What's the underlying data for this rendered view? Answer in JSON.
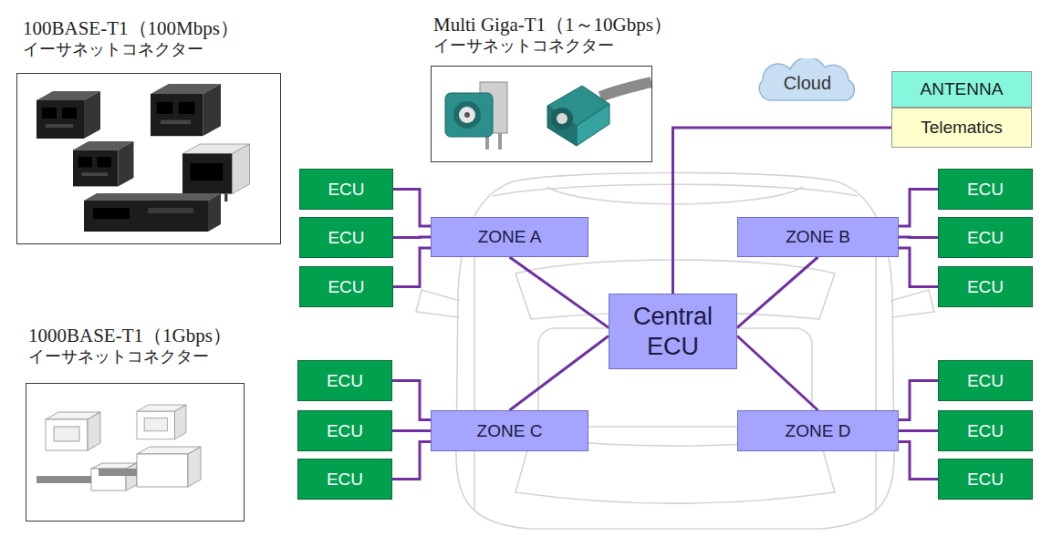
{
  "diagram": {
    "nodes": [
      {
        "text": [
          "100BASE-T1（100Mbps）",
          "イーサネットコネクター"
        ]
      },
      {
        "text": [
          "Multi Giga-T1（1～10Gbps）",
          "イーサネットコネクター"
        ]
      },
      {
        "text": [
          "Cloud"
        ]
      },
      {
        "text": [
          "ANTENNA"
        ]
      },
      {
        "text": [
          "Telematics"
        ]
      },
      {
        "text": [
          "ECU"
        ]
      },
      {
        "text": [
          "ECU"
        ]
      },
      {
        "text": [
          "ECU"
        ]
      },
      {
        "text": [
          "ZONE A"
        ]
      },
      {
        "text": [
          "ZONE B"
        ]
      },
      {
        "text": [
          "ECU"
        ]
      },
      {
        "text": [
          "ECU"
        ]
      },
      {
        "text": [
          "ECU"
        ]
      },
      {
        "text": [
          "Central ECU"
        ]
      },
      {
        "text": [
          "1000BASE-T1（1Gbps）",
          "イーサネットコネクター"
        ]
      },
      {
        "text": [
          "ECU"
        ]
      },
      {
        "text": [
          "ECU"
        ]
      },
      {
        "text": [
          "ECU"
        ]
      },
      {
        "text": [
          "ZONE C"
        ]
      },
      {
        "text": [
          "ZONE D"
        ]
      },
      {
        "text": [
          "ECU"
        ]
      },
      {
        "text": [
          "ECU"
        ]
      },
      {
        "text": [
          "ECU"
        ]
      }
    ],
    "edges": [
      {
        "from": 5,
        "to": 8,
        "arrow": "none"
      },
      {
        "from": 6,
        "to": 8,
        "arrow": "none"
      },
      {
        "from": 7,
        "to": 8,
        "arrow": "none"
      },
      {
        "from": 10,
        "to": 9,
        "arrow": "none"
      },
      {
        "from": 11,
        "to": 9,
        "arrow": "none"
      },
      {
        "from": 12,
        "to": 9,
        "arrow": "none"
      },
      {
        "from": 15,
        "to": 18,
        "arrow": "none"
      },
      {
        "from": 16,
        "to": 18,
        "arrow": "none"
      },
      {
        "from": 17,
        "to": 18,
        "arrow": "none"
      },
      {
        "from": 20,
        "to": 19,
        "arrow": "none"
      },
      {
        "from": 21,
        "to": 19,
        "arrow": "none"
      },
      {
        "from": 22,
        "to": 19,
        "arrow": "none"
      },
      {
        "from": 8,
        "to": 13,
        "arrow": "none"
      },
      {
        "from": 9,
        "to": 13,
        "arrow": "none"
      },
      {
        "from": 18,
        "to": 13,
        "arrow": "none"
      },
      {
        "from": 19,
        "to": 13,
        "arrow": "none"
      },
      {
        "from": 13,
        "to": 4,
        "arrow": "none"
      }
    ]
  }
}
